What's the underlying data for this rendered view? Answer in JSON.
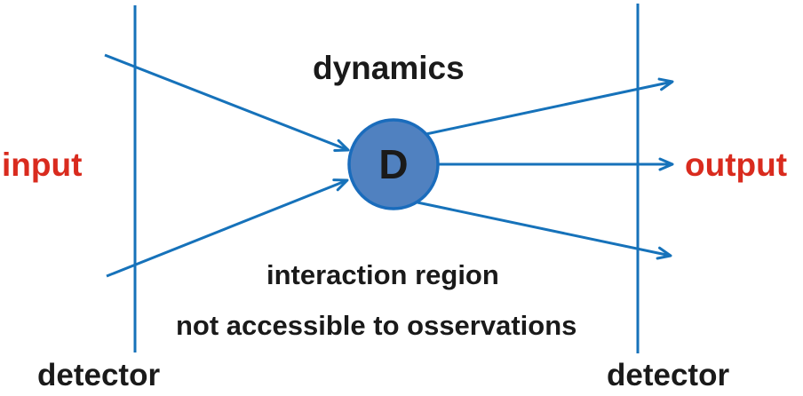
{
  "diagram": {
    "title": "dynamics",
    "input_label": "input",
    "output_label": "output",
    "node_label": "D",
    "detector_left_label": "detector",
    "detector_right_label": "detector",
    "note_line1": "interaction region",
    "note_line2": "not accessible to osservations"
  },
  "colors": {
    "line_blue": "#1672ba",
    "node_fill": "#5081c0",
    "node_stroke": "#1a6cbc",
    "label_red": "#d92b1e",
    "text_black": "#1a1a1a",
    "page_bg": "#ffffff"
  }
}
